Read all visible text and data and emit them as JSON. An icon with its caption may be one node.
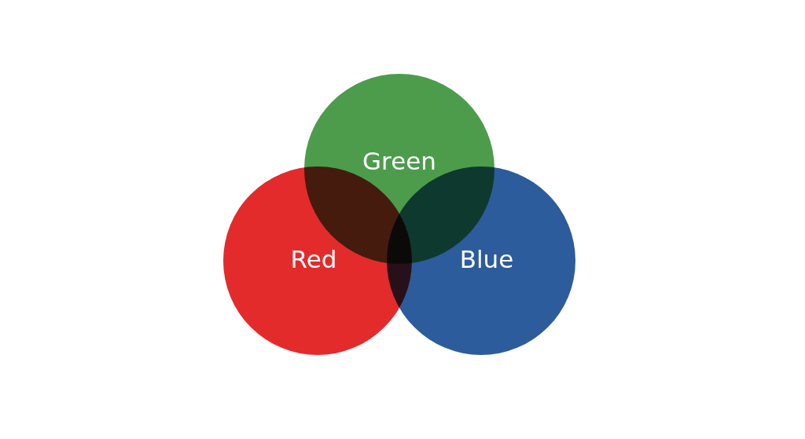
{
  "diagram": {
    "nodes": [
      {
        "text": [
          "Green"
        ]
      },
      {
        "text": [
          "Red"
        ]
      },
      {
        "text": [
          "Blue"
        ]
      }
    ]
  }
}
